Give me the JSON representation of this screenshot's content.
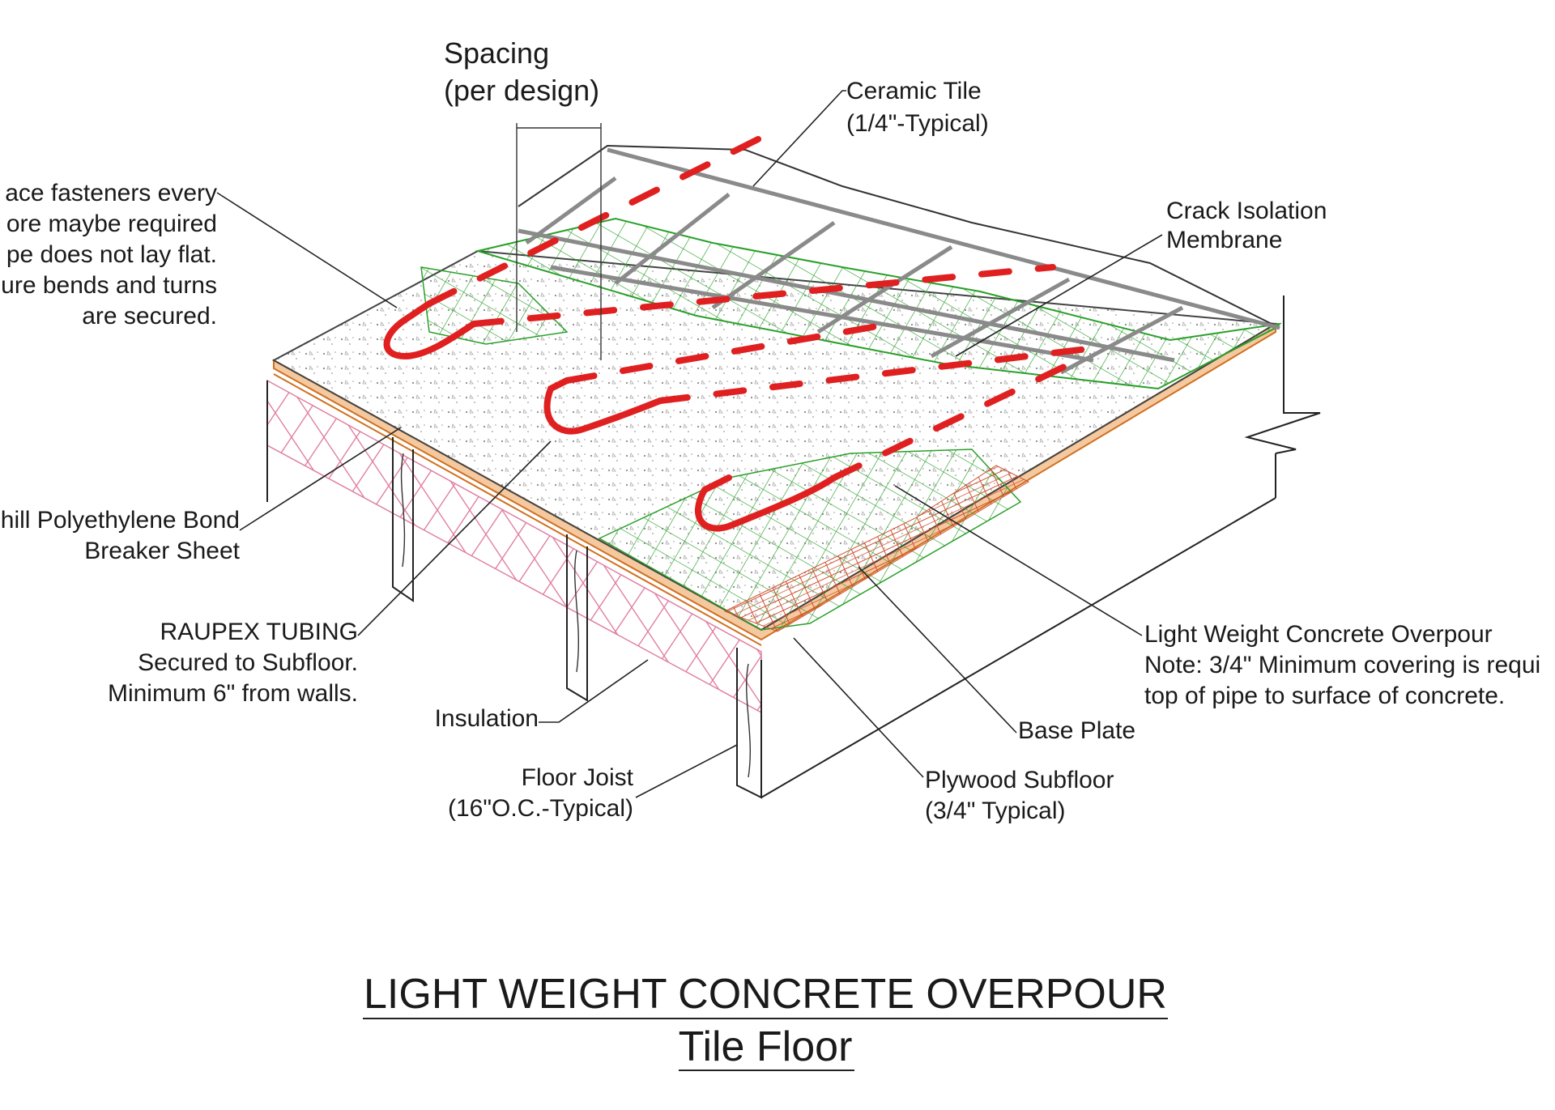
{
  "labels": {
    "spacing": [
      "Spacing",
      "(per design)"
    ],
    "ceramic_tile": [
      "Ceramic Tile",
      "(1/4\"-Typical)"
    ],
    "crack_isolation": [
      "Crack Isolation",
      "Membrane"
    ],
    "fasteners": [
      "ace fasteners every",
      "ore maybe required",
      "pe does not lay flat.",
      "ure bends and turns",
      "are secured."
    ],
    "bond_breaker": [
      "hill Polyethylene Bond",
      "Breaker Sheet"
    ],
    "raupex": [
      "RAUPEX TUBING",
      "Secured to Subfloor.",
      "Minimum 6\" from walls."
    ],
    "insulation": "Insulation",
    "floor_joist": [
      "Floor Joist",
      "(16\"O.C.-Typical)"
    ],
    "overpour": [
      "Light Weight Concrete Overpour",
      "Note: 3/4\" Minimum covering is requi",
      "top of pipe to surface of concrete."
    ],
    "base_plate": "Base Plate",
    "plywood": [
      "Plywood Subfloor",
      "(3/4\" Typical)"
    ]
  },
  "title": {
    "main": "LIGHT WEIGHT CONCRETE OVERPOUR",
    "sub": "Tile Floor"
  },
  "colors": {
    "pipe": "#e02020",
    "membrane_hatch": "#2aa02a",
    "tile_grid": "#8a8a8a",
    "insulation": "#e080a0",
    "plywood": "#d07020"
  }
}
